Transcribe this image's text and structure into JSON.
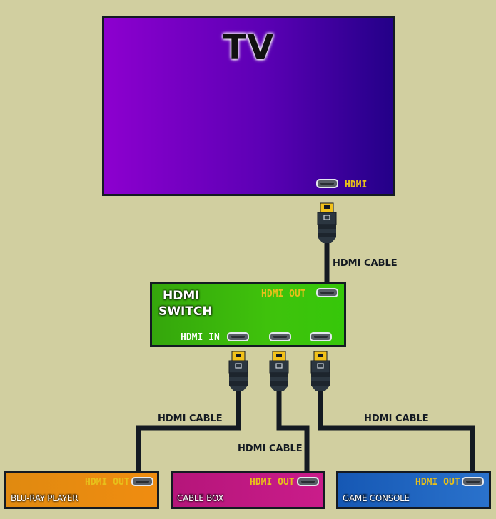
{
  "tv": {
    "title": "TV",
    "port_label": "HDMI"
  },
  "switch": {
    "title_line1": "HDMI",
    "title_line2": "SWITCH",
    "out_label": "HDMI OUT",
    "in_label": "HDMI IN"
  },
  "devices": [
    {
      "name": "BLU-RAY PLAYER",
      "port_label": "HDMI OUT"
    },
    {
      "name": "CABLE BOX",
      "port_label": "HDMI OUT"
    },
    {
      "name": "GAME CONSOLE",
      "port_label": "HDMI OUT"
    }
  ],
  "cables": [
    {
      "label": "HDMI CABLE"
    },
    {
      "label": "HDMI CABLE"
    },
    {
      "label": "HDMI CABLE"
    },
    {
      "label": "HDMI CABLE"
    }
  ],
  "colors": {
    "background": "#d1cfa0",
    "tv": "#5c00b5",
    "switch": "#3fc20c",
    "blu_ray": "#f08c10",
    "cable_box": "#ca1c8a",
    "game_console": "#2a72cc",
    "label_yellow": "#e8c01a"
  }
}
